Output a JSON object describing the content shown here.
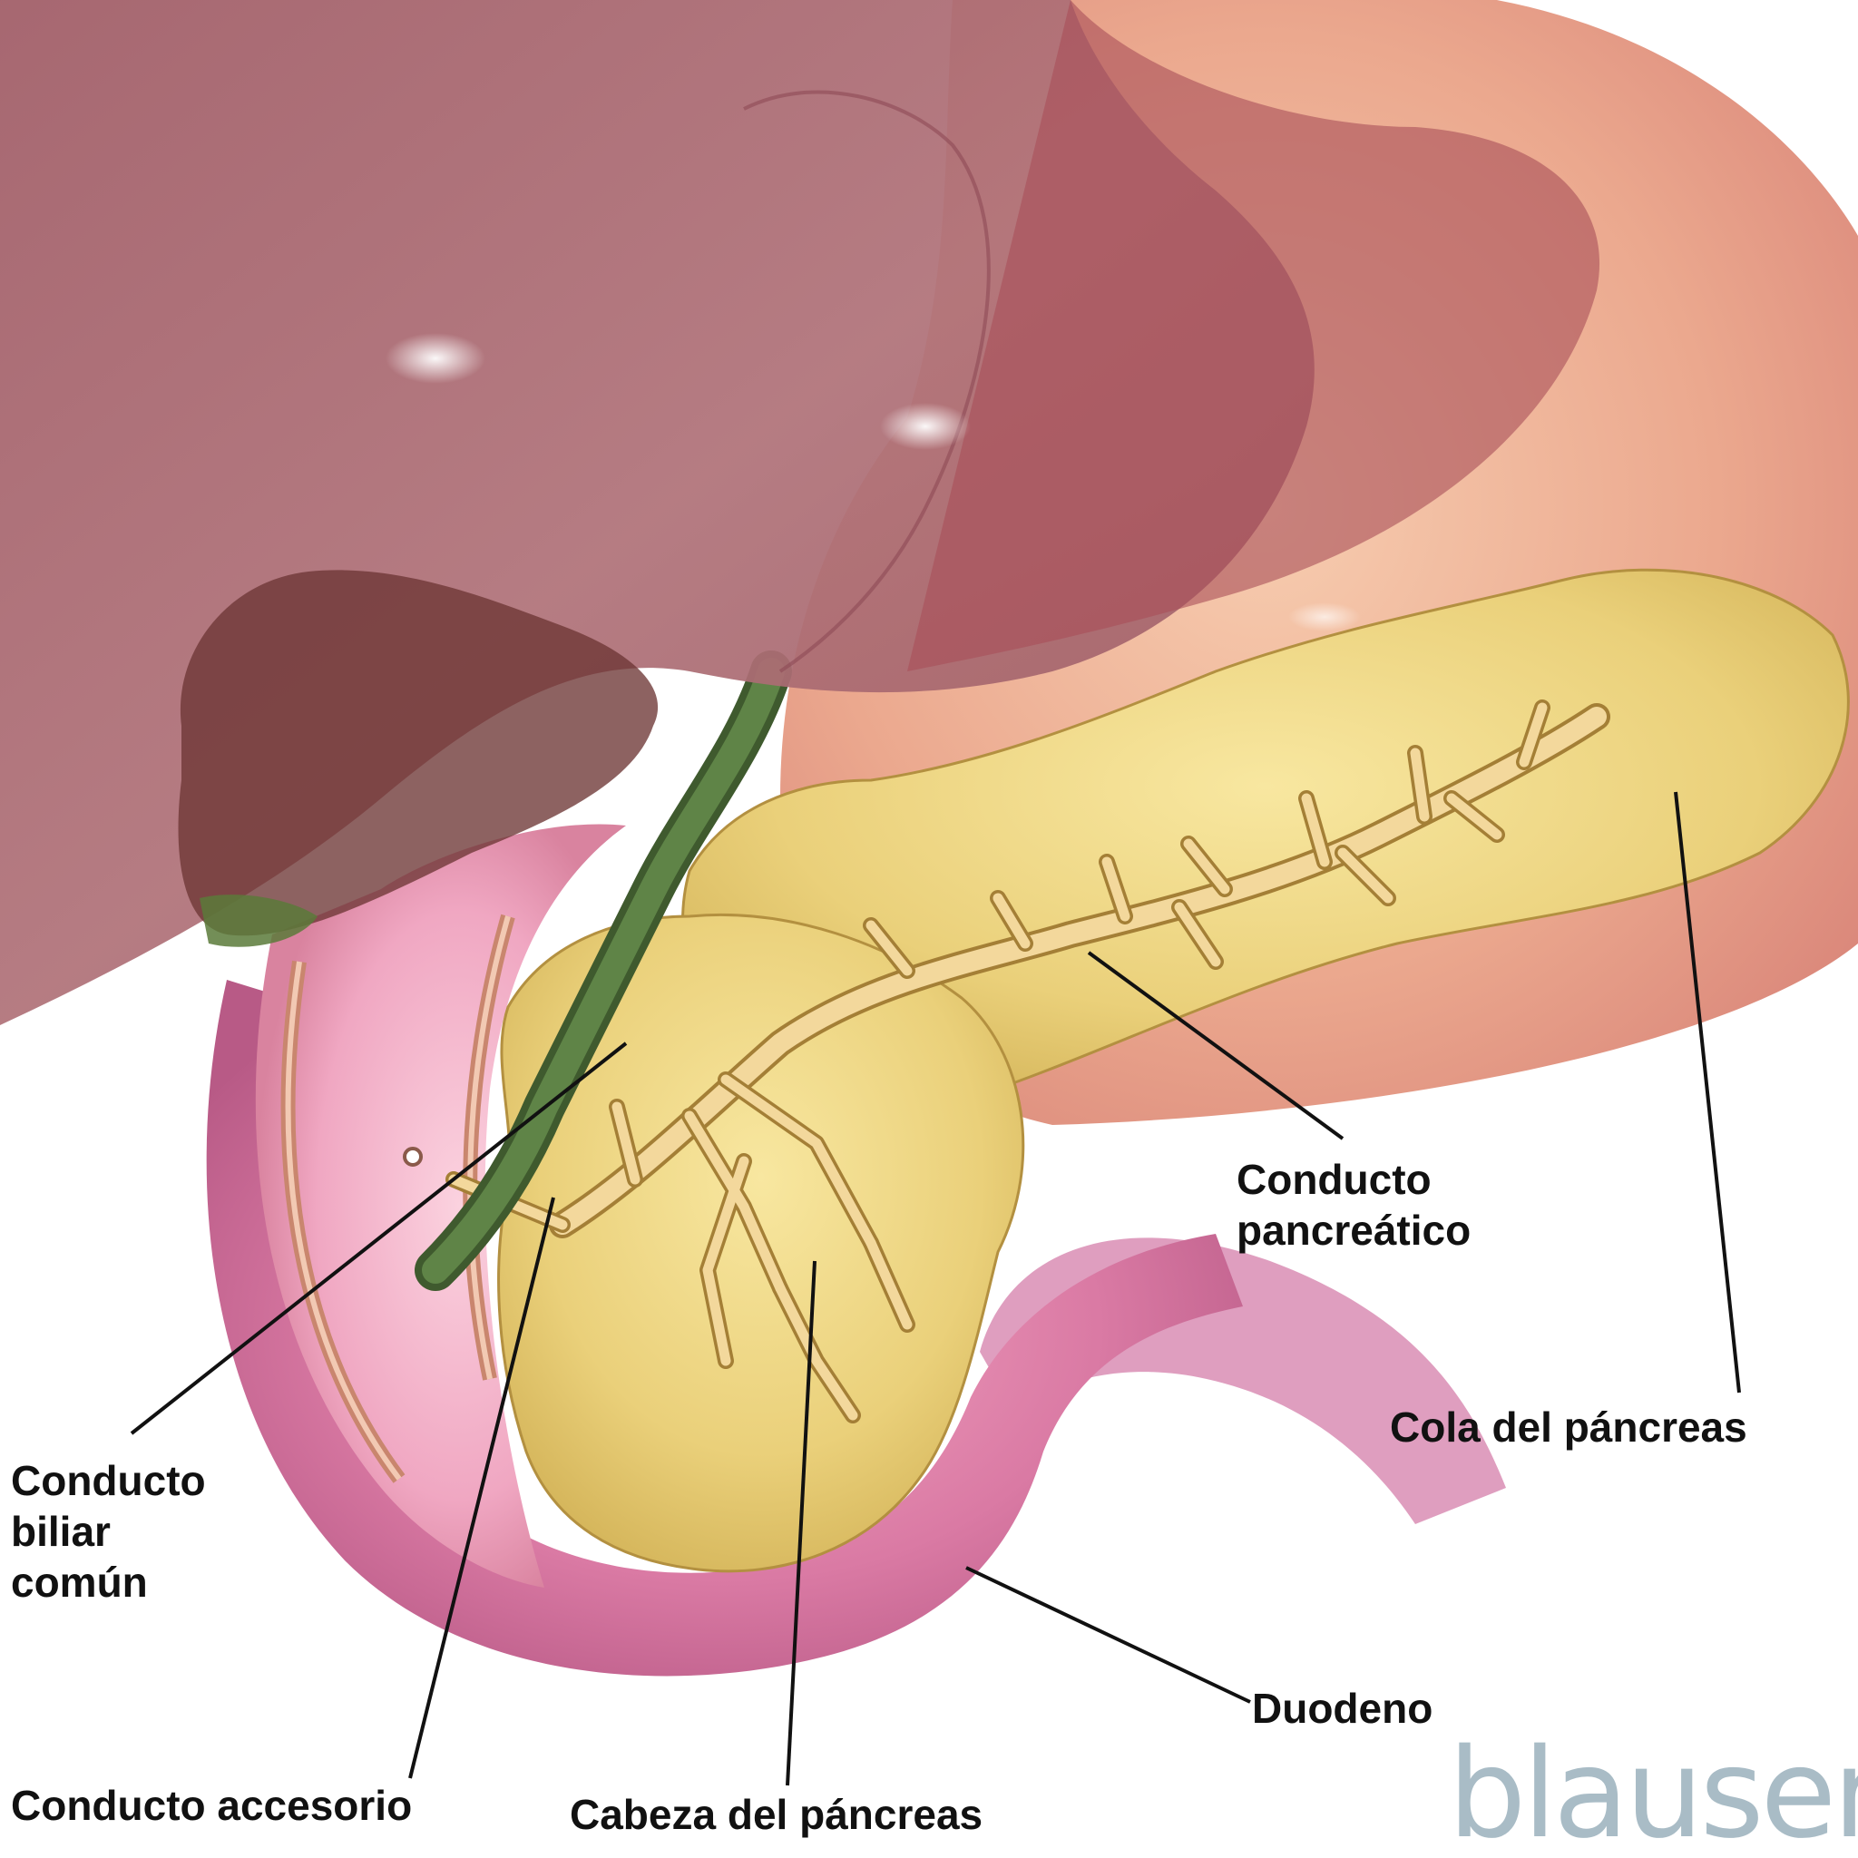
{
  "labels": {
    "common_bile_duct": [
      "Conducto",
      "biliar",
      "común"
    ],
    "accessory_duct": "Conducto accesorio",
    "pancreas_head": "Cabeza del páncreas",
    "duodenum": "Duodeno",
    "pancreas_tail": "Cola del páncreas",
    "pancreatic_duct": [
      "Conducto",
      "pancreático"
    ]
  },
  "brand": "blausen",
  "colors": {
    "liver": "#a8686f",
    "stomach": "#e8a98f",
    "pancreas": "#e9cf6e",
    "duodenum": "#cf6f98",
    "bile_duct": "#4f6e3c",
    "gallbladder": "#7a3e3c",
    "leader_line": "#111111",
    "brand": "#a9bcc6"
  }
}
